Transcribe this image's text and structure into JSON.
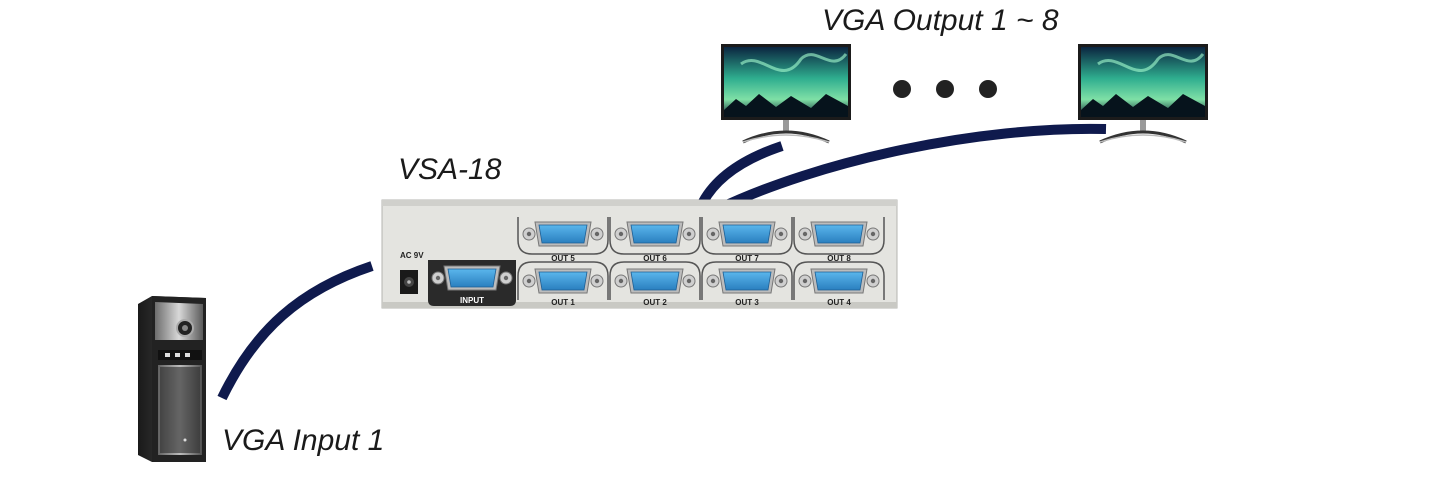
{
  "labels": {
    "output": "VGA Output 1 ~ 8",
    "model": "VSA-18",
    "input": "VGA Input 1"
  },
  "splitter": {
    "power_label": "AC 9V",
    "input_port_label": "INPUT",
    "outputs_top": [
      "OUT 5",
      "OUT 6",
      "OUT 7",
      "OUT 8"
    ],
    "outputs_bottom": [
      "OUT 1",
      "OUT 2",
      "OUT 3",
      "OUT 4"
    ]
  },
  "colors": {
    "cable": "#0f1a4d",
    "port_blue": "#3a9bd8",
    "chassis": "#e4e4e0",
    "text": "#1a1a1a"
  },
  "icons": {
    "pc": "desktop-tower-icon",
    "monitor": "lcd-monitor-icon",
    "ellipsis": "more-dots-icon"
  }
}
